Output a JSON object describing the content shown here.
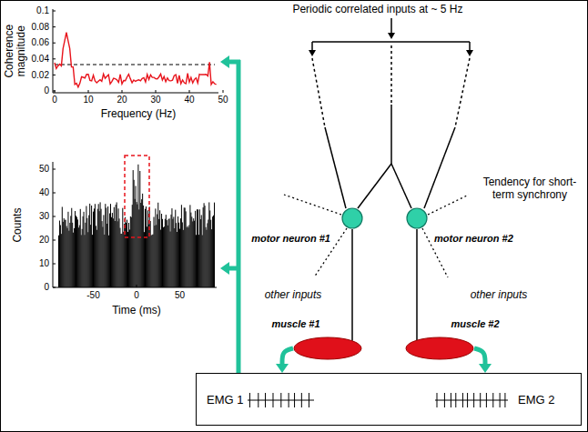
{
  "diagram": {
    "nodes": [
      {
        "text": [
          "motor neuron #1"
        ]
      },
      {
        "text": [
          "motor neuron #2"
        ]
      },
      {
        "text": [
          "muscle #1"
        ]
      },
      {
        "text": [
          "muscle #2"
        ]
      },
      {
        "text": [
          "EMG 1",
          "EMG 2"
        ]
      }
    ],
    "edges": [
      {
        "from": 0,
        "to": 2,
        "arrow": "none"
      },
      {
        "from": 1,
        "to": 3,
        "arrow": "none"
      },
      {
        "from": 2,
        "to": 4,
        "arrow": "to"
      },
      {
        "from": 3,
        "to": 4,
        "arrow": "to"
      }
    ],
    "labels": [
      "Coherence magnitude",
      "0.1",
      "0.08",
      "0.06",
      "0.04",
      "0.02",
      "0",
      "0",
      "10",
      "20",
      "30",
      "40",
      "50",
      "Frequency (Hz)",
      "Counts",
      "50",
      "40",
      "30",
      "20",
      "10",
      "0",
      "-50",
      "0",
      "50",
      "Time (ms)",
      "Periodic correlated inputs at ~ 5 Hz",
      "Tendency for short-term synchrony",
      "other inputs",
      "other inputs"
    ]
  }
}
